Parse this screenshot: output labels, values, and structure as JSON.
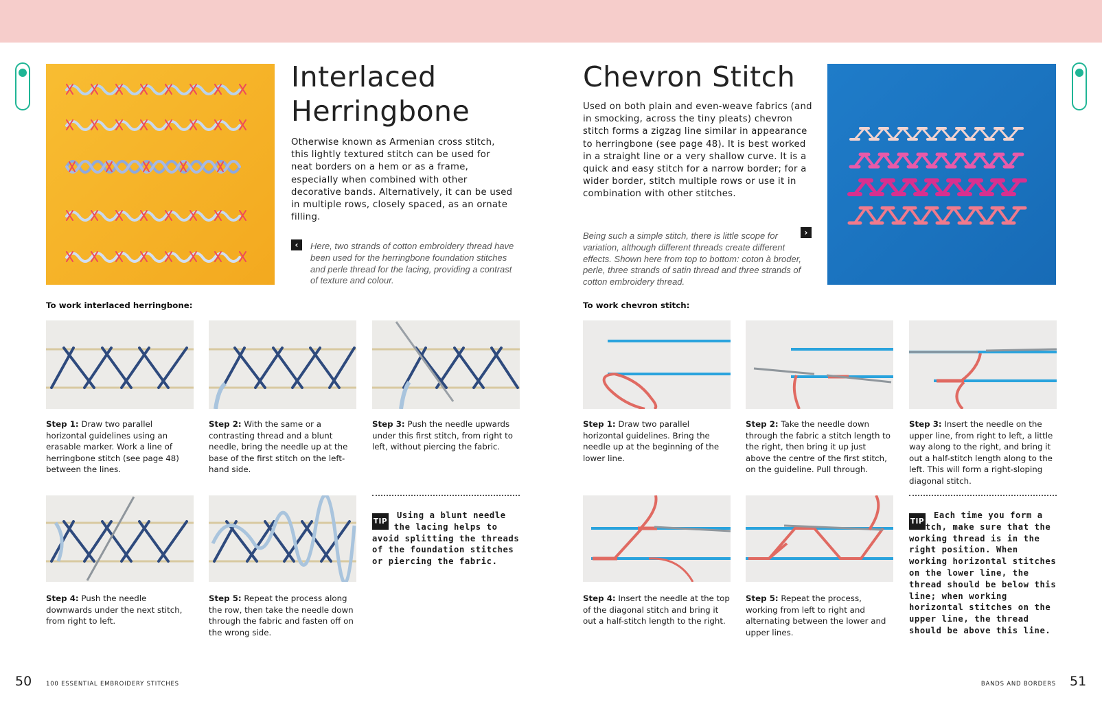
{
  "left": {
    "title_line1": "Interlaced",
    "title_line2": "Herringbone",
    "body": "Otherwise known as Armenian cross stitch, this lightly textured stitch can be used for neat borders on a hem or as a frame, especially when combined with other decorative bands. Alternatively, it can be used in multiple rows, closely spaced, as an ornate filling.",
    "caption": "Here, two strands of cotton embroidery thread have been used for the herringbone foundation stitches and perle thread for the lacing, providing a contrast of texture and colour.",
    "arrow": "‹",
    "work_heading": "To work interlaced herringbone:",
    "steps": [
      {
        "label": "Step 1:",
        "text": "Draw two parallel horizontal guidelines using an erasable marker. Work a line of herringbone stitch (see page 48) between the lines."
      },
      {
        "label": "Step 2:",
        "text": "With the same or a contrasting thread and a blunt needle, bring the needle up at the base of the first stitch on the left-hand side."
      },
      {
        "label": "Step 3:",
        "text": "Push the needle upwards under this first stitch, from right to left, without piercing the fabric."
      },
      {
        "label": "Step 4:",
        "text": "Push the needle downwards under the next stitch, from right to left."
      },
      {
        "label": "Step 5:",
        "text": "Repeat the process along the row, then take the needle down through the fabric and fasten off on the wrong side."
      }
    ],
    "tip_badge": "TIP",
    "tip": "Using a blunt needle for the lacing helps to avoid splitting the threads of the foundation stitches or piercing the fabric.",
    "page_number": "50",
    "running_head": "100 ESSENTIAL EMBROIDERY STITCHES"
  },
  "right": {
    "title": "Chevron Stitch",
    "body": "Used on both plain and even-weave fabrics (and in smocking, across the tiny pleats) chevron stitch forms a zigzag line similar in appearance to herringbone (see page 48). It is best worked in a straight line or a very shallow curve. It is a quick and easy stitch for a narrow border; for a wider border, stitch multiple rows or use it in combination with other stitches.",
    "caption": "Being such a simple stitch, there is little scope for variation, although different threads create different effects. Shown here from top to bottom: coton à broder, perle, three strands of satin thread and three strands of cotton embroidery thread.",
    "arrow": "›",
    "work_heading": "To work chevron stitch:",
    "steps": [
      {
        "label": "Step 1:",
        "text": "Draw two parallel horizontal guidelines. Bring the needle up at the beginning of the lower line."
      },
      {
        "label": "Step 2:",
        "text": "Take the needle down through the fabric a stitch length to the right, then bring it up just above the centre of the first stitch, on the guideline. Pull through."
      },
      {
        "label": "Step 3:",
        "text": "Insert the needle on the upper line, from right to left, a little way along to the right, and bring it out a half-stitch length along to the left. This will form a right-sloping diagonal stitch."
      },
      {
        "label": "Step 4:",
        "text": "Insert the needle at the top of the diagonal stitch and bring it out a half-stitch length to the right."
      },
      {
        "label": "Step 5:",
        "text": "Repeat the process, working from left to right and alternating between the lower and upper lines."
      }
    ],
    "tip_badge": "TIP",
    "tip": "Each time you form a stitch, make sure that the working thread is in the right position. When working horizontal stitches on the lower line, the thread should be below this line; when working horizontal stitches on the upper line, the thread should be above this line.",
    "page_number": "51",
    "running_head": "BANDS AND BORDERS"
  },
  "colors": {
    "top_band": "#f6cdcb",
    "tab_accent": "#1fb595",
    "left_hero_fabric": "#f7b52b",
    "right_hero_fabric": "#1a73c4",
    "navy_thread": "#2e4a7d",
    "blue_line": "#2aa3dd",
    "coral_thread": "#e06a62"
  }
}
